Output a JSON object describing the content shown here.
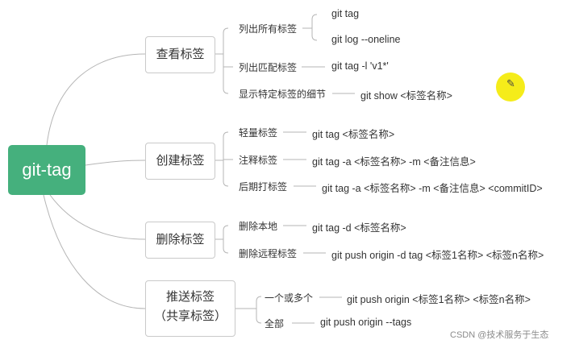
{
  "root": {
    "label": "git-tag"
  },
  "groups": [
    {
      "label": "查看标签",
      "items": [
        {
          "label": "列出所有标签",
          "commands": [
            "git tag",
            "git log --oneline"
          ]
        },
        {
          "label": "列出匹配标签",
          "commands": [
            "git tag -l 'v1*'"
          ]
        },
        {
          "label": "显示特定标签的细节",
          "commands": [
            "git show <标签名称>"
          ]
        }
      ]
    },
    {
      "label": "创建标签",
      "items": [
        {
          "label": "轻量标签",
          "commands": [
            "git tag <标签名称>"
          ]
        },
        {
          "label": "注释标签",
          "commands": [
            "git tag -a <标签名称> -m <备注信息>"
          ]
        },
        {
          "label": "后期打标签",
          "commands": [
            "git tag -a <标签名称> -m <备注信息> <commitID>"
          ]
        }
      ]
    },
    {
      "label": "删除标签",
      "items": [
        {
          "label": "删除本地",
          "commands": [
            "git tag -d <标签名称>"
          ]
        },
        {
          "label": "删除远程标签",
          "commands": [
            "git push origin -d tag <标签1名称> <标签n名称>"
          ]
        }
      ]
    },
    {
      "label": "推送标签",
      "label2": "（共享标签）",
      "items": [
        {
          "label": "一个或多个",
          "commands": [
            "git push origin <标签1名称> <标签n名称>"
          ]
        },
        {
          "label": "全部",
          "commands": [
            "git push origin --tags"
          ]
        }
      ]
    }
  ],
  "watermark": "CSDN @技术服务于生态",
  "colors": {
    "root_fill": "#45b07d",
    "line": "#b5b5b5",
    "highlight": "#f5ec1a"
  },
  "cursor_icon": "pen-cursor-icon"
}
